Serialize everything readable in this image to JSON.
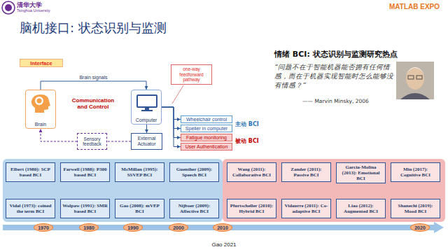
{
  "diagram": {
    "title": "脑机接口: 状态识别与监测",
    "caption": "Gao 2021",
    "nodes": [
      {
        "text": [
          "Interface"
        ]
      },
      {
        "text": [
          "one-way feedforward pathway"
        ]
      },
      {
        "text": [
          "Brain"
        ]
      },
      {
        "text": [
          "Computer"
        ]
      },
      {
        "text": [
          "Sensory feedback"
        ]
      },
      {
        "text": [
          "External Actuator"
        ]
      },
      {
        "text": [
          "Wheelchair control"
        ]
      },
      {
        "text": [
          "Speller in computer"
        ]
      },
      {
        "text": [
          "Fatigue monitoring"
        ]
      },
      {
        "text": [
          "User Authentication"
        ]
      },
      {
        "text": [
          "Elbert (1980): SCP based BCI"
        ]
      },
      {
        "text": [
          "Farwell (1988): P300 based BCI"
        ]
      },
      {
        "text": [
          "McMillan (1995): SSVEP BCI"
        ]
      },
      {
        "text": [
          "Guenther (2009): Speech BCI"
        ]
      },
      {
        "text": [
          "Wang (2011): Collaborative BCI"
        ]
      },
      {
        "text": [
          "Zander (2011): Passive BCI"
        ]
      },
      {
        "text": [
          "Garcia-Molina (2013): Emotional BCI"
        ]
      },
      {
        "text": [
          "Min (2017): Cognitive BCI"
        ]
      },
      {
        "text": [
          "Vidal (1973): coined the term BCI"
        ]
      },
      {
        "text": [
          "Wolpaw (1991): SMR based BCI"
        ]
      },
      {
        "text": [
          "Gao (2008): mVEP BCI"
        ]
      },
      {
        "text": [
          "Nijboer (2009): Affective BCI"
        ]
      },
      {
        "text": [
          "Pfurtscheller (2010): Hybrid BCI"
        ]
      },
      {
        "text": [
          "Vidaurre (2011): Co-adaptive BCI"
        ]
      },
      {
        "text": [
          "Liao (2012): Augmented BCI"
        ]
      },
      {
        "text": [
          "Shanechi (2019): Mood BCI"
        ]
      },
      {
        "text": [
          "1970"
        ]
      },
      {
        "text": [
          "1980"
        ]
      },
      {
        "text": [
          "1990"
        ]
      },
      {
        "text": [
          "2000"
        ]
      },
      {
        "text": [
          "2010"
        ]
      },
      {
        "text": [
          "2020"
        ]
      }
    ],
    "edges": [
      {
        "from": 2,
        "to": 3,
        "label": "Brain signals",
        "arrow": "to"
      },
      {
        "from": 3,
        "to": 5,
        "arrow": "to"
      },
      {
        "from": 5,
        "to": 4,
        "arrow": "none"
      },
      {
        "from": 4,
        "to": 2,
        "arrow": "to"
      },
      {
        "from": 3,
        "to": 6,
        "arrow": "to"
      },
      {
        "from": 3,
        "to": 7,
        "arrow": "to"
      },
      {
        "from": 3,
        "to": 8,
        "arrow": "to"
      },
      {
        "from": 3,
        "to": 9,
        "arrow": "to"
      }
    ],
    "labels": [
      "清华大学",
      "Tsinghua University",
      "MATLAB EXPO",
      "Communication and Control",
      "主动 BCI",
      "被动 BCI",
      "情绪 BCI: 状态识别与监测研究热点",
      "“问题不在于智能机器能否拥有任何情感，而在于机器实现智能时怎么能够没有情感？”",
      "—— Marvin Minsky, 2006"
    ]
  }
}
